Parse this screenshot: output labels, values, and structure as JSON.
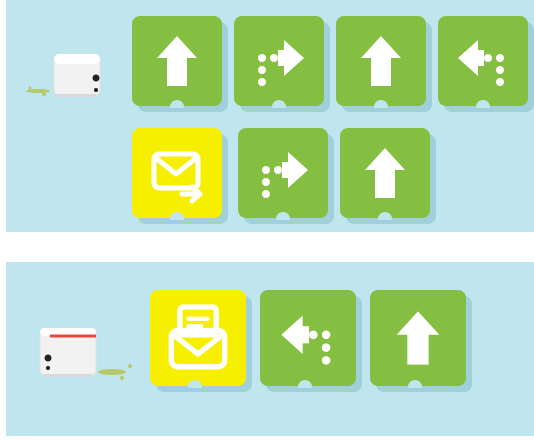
{
  "colors": {
    "background": "#bfe6ee",
    "command_green": "#84bf41",
    "command_green_shadow": "#5a9b2c",
    "message_yellow": "#f7ef00",
    "message_yellow_shadow": "#c9bf00",
    "icon_white": "#ffffff"
  },
  "sequences": [
    {
      "name": "top-program",
      "robot": {
        "icon": "robot-icon"
      },
      "blocks": [
        {
          "type": "command",
          "icon": "arrow-up-icon"
        },
        {
          "type": "command",
          "icon": "dotted-turn-right-icon"
        },
        {
          "type": "command",
          "icon": "arrow-up-icon"
        },
        {
          "type": "command",
          "icon": "dotted-turn-left-icon"
        },
        {
          "type": "message",
          "icon": "send-envelope-icon"
        },
        {
          "type": "command",
          "icon": "dotted-turn-right-icon"
        },
        {
          "type": "command",
          "icon": "arrow-up-icon"
        }
      ]
    },
    {
      "name": "bottom-program",
      "robot": {
        "icon": "robot-with-red-line-icon"
      },
      "blocks": [
        {
          "type": "message",
          "icon": "open-envelope-icon"
        },
        {
          "type": "command",
          "icon": "dotted-turn-left-icon"
        },
        {
          "type": "command",
          "icon": "arrow-up-icon"
        }
      ]
    }
  ]
}
